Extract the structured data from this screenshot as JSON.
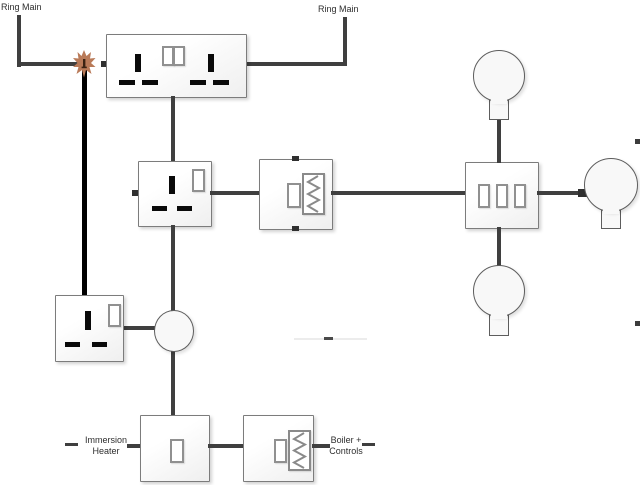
{
  "labels": {
    "ring_main_left": "Ring Main",
    "ring_main_right": "Ring Main",
    "immersion_line1": "Immersion",
    "immersion_line2": "Heater",
    "boiler_line1": "Boiler +",
    "boiler_line2": "Controls"
  },
  "colors": {
    "wire": "#3f3f3f",
    "spur_wire": "#000000",
    "marker_star": "#b97a58",
    "box_border": "#7c7c7c",
    "pin": "#0a0a0a"
  },
  "nodes": [
    {
      "id": "ring-main-left",
      "type": "supply-terminal-label"
    },
    {
      "id": "spur-marker",
      "type": "annotation-star-marker"
    },
    {
      "id": "double-socket",
      "type": "double-socket-outlet"
    },
    {
      "id": "ring-main-right",
      "type": "supply-terminal-label"
    },
    {
      "id": "single-socket-mid",
      "type": "single-socket-outlet"
    },
    {
      "id": "fcu-mid",
      "type": "switched-fused-connection-unit"
    },
    {
      "id": "switch-3gang",
      "type": "three-gang-switch"
    },
    {
      "id": "bulb-top",
      "type": "lamp"
    },
    {
      "id": "bulb-right",
      "type": "lamp"
    },
    {
      "id": "bulb-bottom",
      "type": "lamp"
    },
    {
      "id": "single-socket-left",
      "type": "single-socket-outlet"
    },
    {
      "id": "junction-circle",
      "type": "junction"
    },
    {
      "id": "switch-immersion",
      "type": "one-gang-switch"
    },
    {
      "id": "fcu-bottom",
      "type": "switched-fused-connection-unit"
    },
    {
      "id": "immersion-heater",
      "type": "load-terminal-label"
    },
    {
      "id": "boiler-controls",
      "type": "load-terminal-label"
    }
  ],
  "edges": [
    "ring-main-left — double-socket (via spur-marker junction)",
    "spur-marker — single-socket-left (black spur wire)",
    "ring-main-right — double-socket",
    "double-socket — single-socket-mid",
    "single-socket-mid — fcu-mid",
    "fcu-mid — switch-3gang",
    "switch-3gang — bulb-top",
    "switch-3gang — bulb-right",
    "switch-3gang — bulb-bottom",
    "single-socket-mid — junction-circle",
    "single-socket-left — junction-circle",
    "junction-circle — switch-immersion",
    "immersion-heater — switch-immersion",
    "switch-immersion — fcu-bottom",
    "fcu-bottom — boiler-controls"
  ]
}
